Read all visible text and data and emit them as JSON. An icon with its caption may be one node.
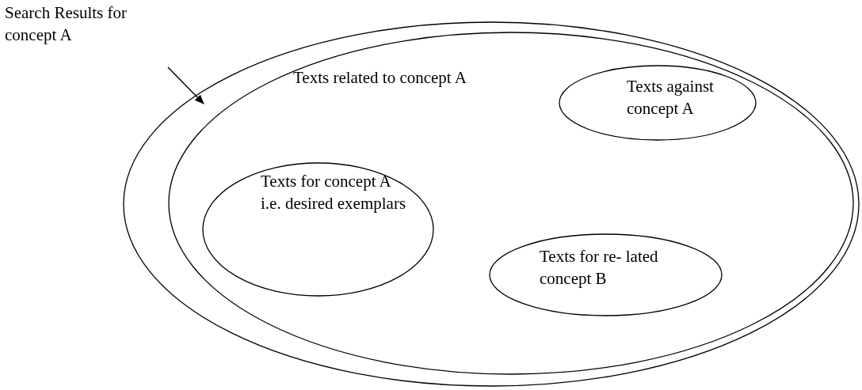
{
  "diagram": {
    "nodes": [
      {
        "text": [
          "Search Results for concept A"
        ]
      },
      {
        "text": [],
        "shape": "ellipse"
      },
      {
        "text": [
          "Texts related to concept A"
        ],
        "in": 1
      },
      {
        "text": [
          "Texts for concept A i.e. desired exemplars"
        ],
        "in": 2
      },
      {
        "text": [
          "Texts against concept A"
        ],
        "in": 2
      },
      {
        "text": [
          "Texts for re- lated concept B"
        ],
        "in": 2
      }
    ],
    "edges": [
      {
        "from": 0,
        "to": 1,
        "arrow": "to"
      }
    ]
  }
}
